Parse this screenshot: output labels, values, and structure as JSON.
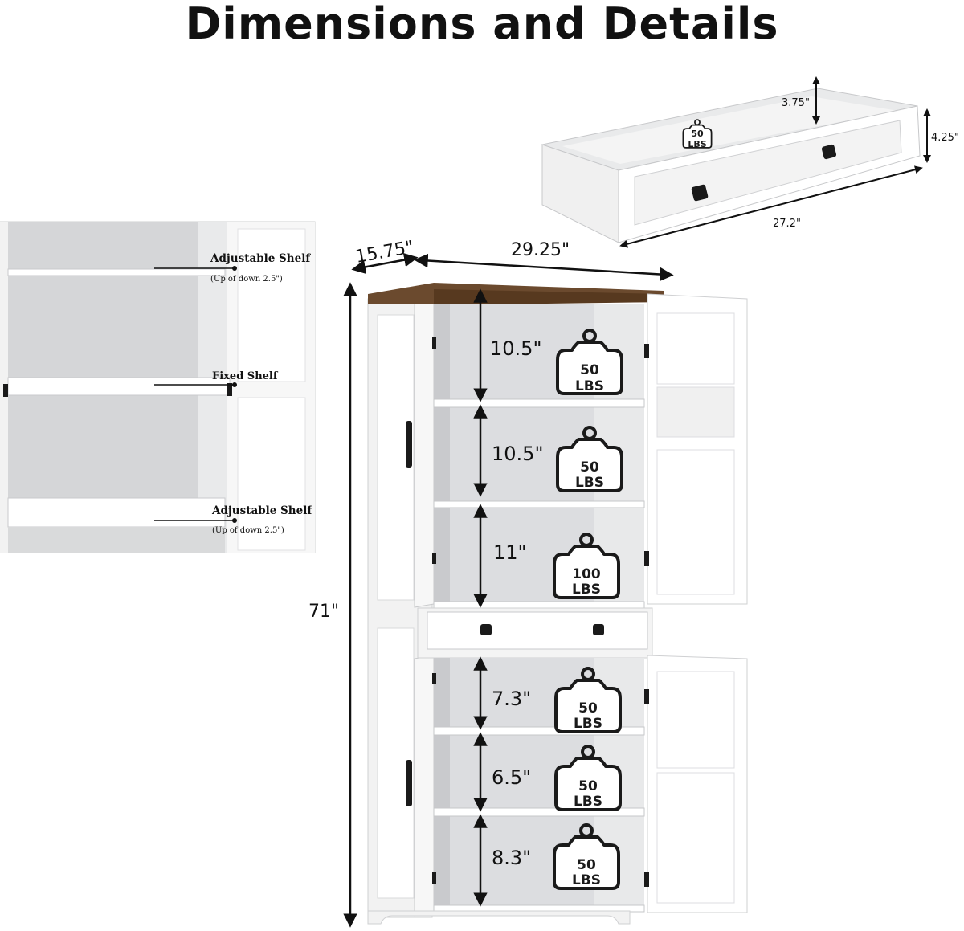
{
  "title": "Dimensions and Details",
  "dimensions": {
    "depth": "15.75\"",
    "width": "29.25\"",
    "height": "71\""
  },
  "drawer": {
    "inner_height": "3.75\"",
    "front_height": "4.25\"",
    "width": "27.2\"",
    "capacity": {
      "num": "50",
      "unit": "LBS"
    }
  },
  "shelf_detail": {
    "top_label": "Adjustable Shelf",
    "top_note": "(Up of down 2.5\")",
    "middle_label": "Fixed Shelf",
    "bottom_label": "Adjustable Shelf",
    "bottom_note": "(Up of down 2.5\")"
  },
  "compartments": [
    {
      "height": "10.5\"",
      "capacity": "50",
      "unit": "LBS"
    },
    {
      "height": "10.5\"",
      "capacity": "50",
      "unit": "LBS"
    },
    {
      "height": "11\"",
      "capacity": "100",
      "unit": "LBS"
    },
    {
      "height": "7.3\"",
      "capacity": "50",
      "unit": "LBS"
    },
    {
      "height": "6.5\"",
      "capacity": "50",
      "unit": "LBS"
    },
    {
      "height": "8.3\"",
      "capacity": "50",
      "unit": "LBS"
    }
  ],
  "colors": {
    "wood_top": "#6b4a2e",
    "cabinet": "#ffffff",
    "interior": "#e6e7e8",
    "hardware": "#1a1a1a"
  },
  "icons": [
    "weight-icon",
    "arrow-icon",
    "handle-icon",
    "knob-icon"
  ]
}
